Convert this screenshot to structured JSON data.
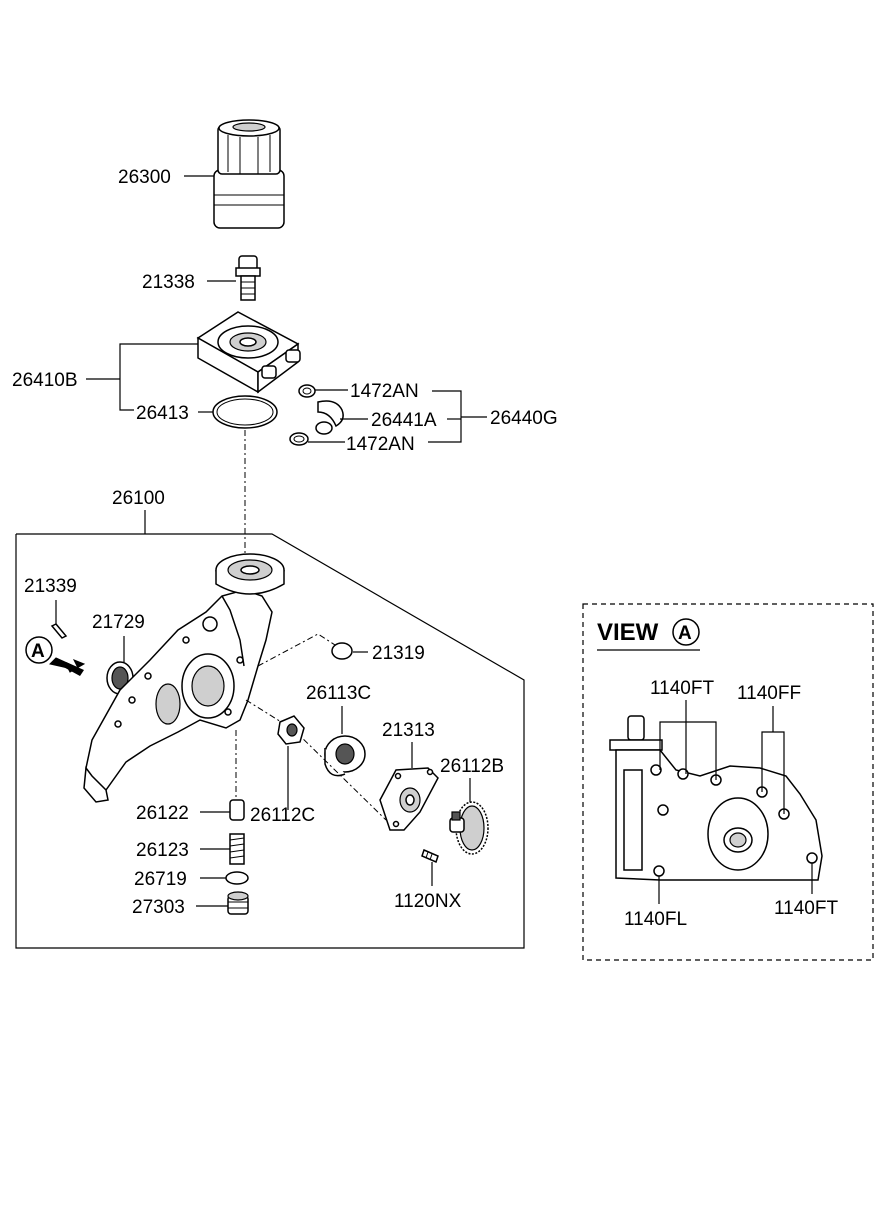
{
  "labels": {
    "p26300": "26300",
    "p21338": "21338",
    "p26410B": "26410B",
    "p26413": "26413",
    "p1472AN_top": "1472AN",
    "p26441A": "26441A",
    "p1472AN_bottom": "1472AN",
    "p26440G": "26440G",
    "p26100": "26100",
    "p21339": "21339",
    "p21729": "21729",
    "p21319": "21319",
    "p26113C": "26113C",
    "p21313": "21313",
    "p26112B": "26112B",
    "p26122": "26122",
    "p26112C": "26112C",
    "p26123": "26123",
    "p26719": "26719",
    "p27303": "27303",
    "p1120NX": "1120NX",
    "view_marker": "A"
  },
  "view": {
    "title": "VIEW",
    "marker": "A",
    "p1140FT_top": "1140FT",
    "p1140FF": "1140FF",
    "p1140FL": "1140FL",
    "p1140FT_bottom": "1140FT"
  }
}
